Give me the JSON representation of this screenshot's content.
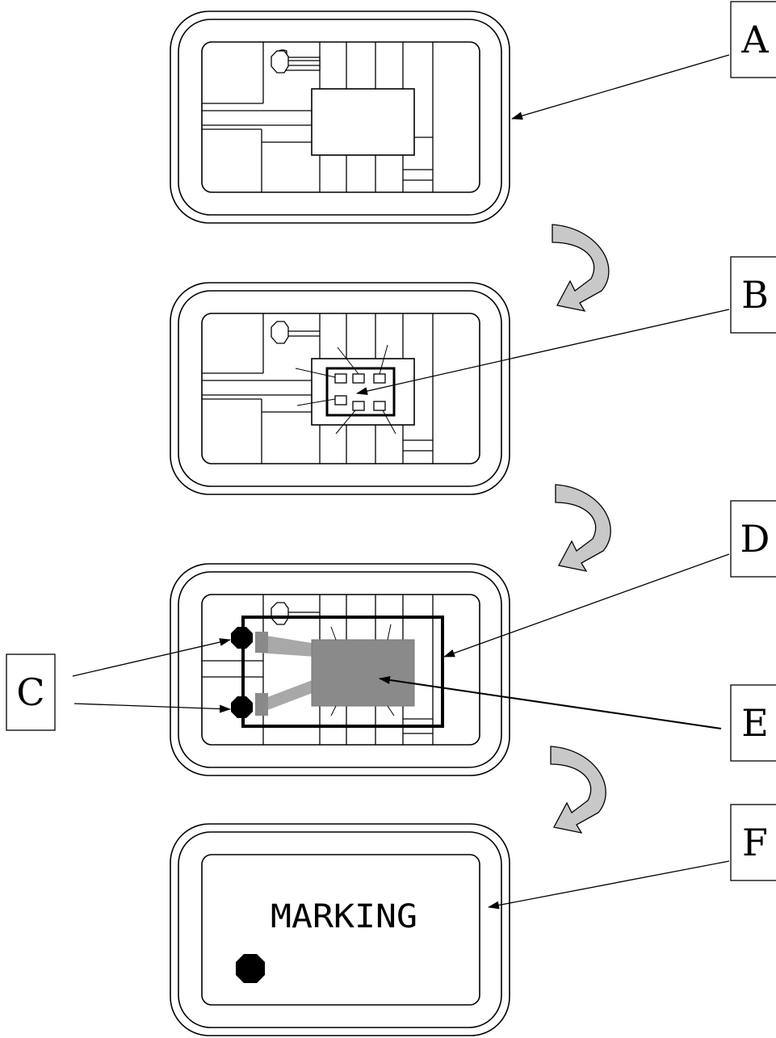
{
  "labels": {
    "a": "A",
    "b": "B",
    "c": "C",
    "d": "D",
    "e": "E",
    "f": "F"
  },
  "marking_text": "MARKING",
  "colors": {
    "line": "#000000",
    "arrow_fill": "#c8c8c8",
    "die_fill": "#8a8a8a",
    "wire_fill": "#a8a8a8",
    "background": "#ffffff"
  }
}
